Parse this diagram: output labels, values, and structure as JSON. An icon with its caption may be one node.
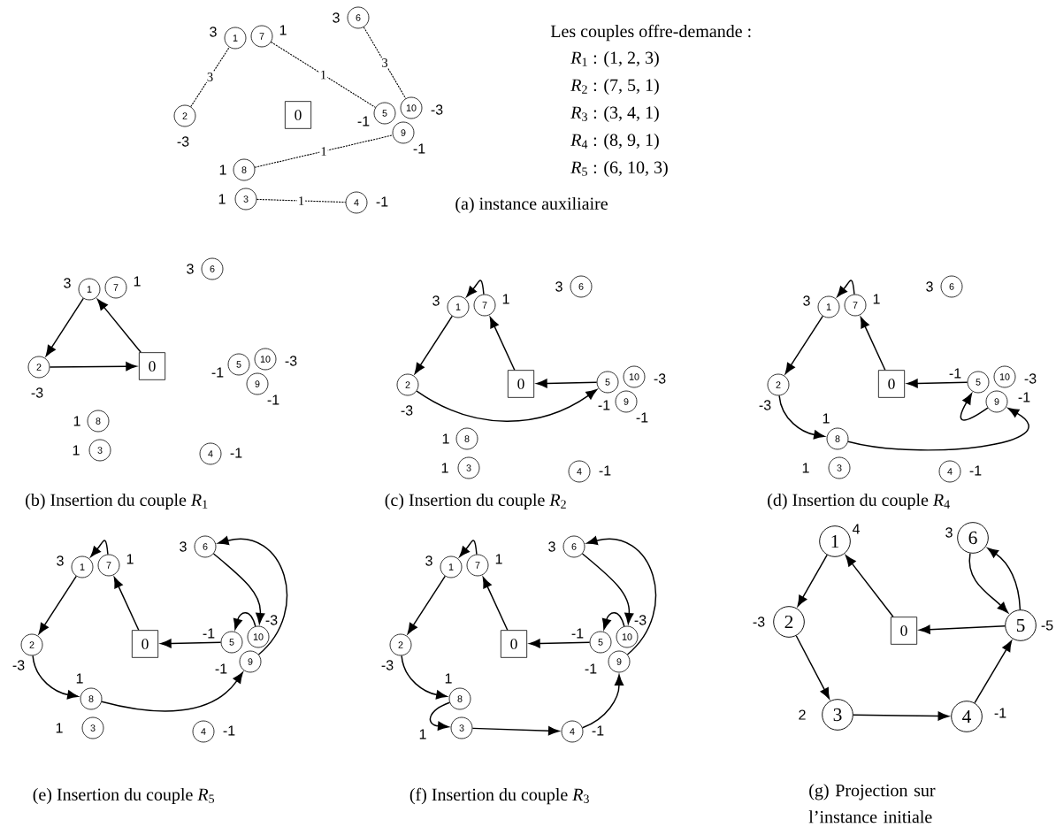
{
  "diagram": {
    "nodes": [
      {
        "text": [
          "0"
        ]
      },
      {
        "text": [
          "1"
        ],
        "beside": [
          "3"
        ]
      },
      {
        "text": [
          "2"
        ],
        "beside": [
          "-3"
        ]
      },
      {
        "text": [
          "3"
        ],
        "beside": [
          "1"
        ]
      },
      {
        "text": [
          "4"
        ],
        "beside": [
          "-1"
        ]
      },
      {
        "text": [
          "5"
        ],
        "beside": [
          "-1"
        ]
      },
      {
        "text": [
          "6"
        ],
        "beside": [
          "3"
        ]
      },
      {
        "text": [
          "7"
        ],
        "beside": [
          "1"
        ]
      },
      {
        "text": [
          "8"
        ],
        "beside": [
          "1"
        ]
      },
      {
        "text": [
          "9"
        ],
        "beside": [
          "-1"
        ]
      },
      {
        "text": [
          "10"
        ],
        "beside": [
          "-3"
        ]
      },
      {
        "text": [
          "0"
        ]
      },
      {
        "text": [
          "1"
        ],
        "beside": [
          "3"
        ]
      },
      {
        "text": [
          "2"
        ],
        "beside": [
          "-3"
        ]
      },
      {
        "text": [
          "3"
        ],
        "beside": [
          "1"
        ]
      },
      {
        "text": [
          "4"
        ],
        "beside": [
          "-1"
        ]
      },
      {
        "text": [
          "5"
        ],
        "beside": [
          "-1"
        ]
      },
      {
        "text": [
          "6"
        ],
        "beside": [
          "3"
        ]
      },
      {
        "text": [
          "7"
        ],
        "beside": [
          "1"
        ]
      },
      {
        "text": [
          "8"
        ],
        "beside": [
          "1"
        ]
      },
      {
        "text": [
          "9"
        ],
        "beside": [
          "-1"
        ]
      },
      {
        "text": [
          "10"
        ],
        "beside": [
          "-3"
        ]
      },
      {
        "text": [
          "0"
        ]
      },
      {
        "text": [
          "1"
        ],
        "beside": [
          "3"
        ]
      },
      {
        "text": [
          "2"
        ],
        "beside": [
          "-3"
        ]
      },
      {
        "text": [
          "3"
        ],
        "beside": [
          "1"
        ]
      },
      {
        "text": [
          "4"
        ],
        "beside": [
          "-1"
        ]
      },
      {
        "text": [
          "5"
        ],
        "beside": [
          "-1"
        ]
      },
      {
        "text": [
          "6"
        ],
        "beside": [
          "3"
        ]
      },
      {
        "text": [
          "7"
        ],
        "beside": [
          "1"
        ]
      },
      {
        "text": [
          "8"
        ],
        "beside": [
          "1"
        ]
      },
      {
        "text": [
          "9"
        ],
        "beside": [
          "-1"
        ]
      },
      {
        "text": [
          "10"
        ],
        "beside": [
          "-3"
        ]
      },
      {
        "text": [
          "0"
        ]
      },
      {
        "text": [
          "1"
        ],
        "beside": [
          "3"
        ]
      },
      {
        "text": [
          "2"
        ],
        "beside": [
          "-3"
        ]
      },
      {
        "text": [
          "3"
        ],
        "beside": [
          "1"
        ]
      },
      {
        "text": [
          "4"
        ],
        "beside": [
          "-1"
        ]
      },
      {
        "text": [
          "5"
        ],
        "beside": [
          "-1"
        ]
      },
      {
        "text": [
          "6"
        ],
        "beside": [
          "3"
        ]
      },
      {
        "text": [
          "7"
        ],
        "beside": [
          "1"
        ]
      },
      {
        "text": [
          "8"
        ],
        "beside": [
          "1"
        ]
      },
      {
        "text": [
          "9"
        ],
        "beside": [
          "-1"
        ]
      },
      {
        "text": [
          "10"
        ],
        "beside": [
          "-3"
        ]
      },
      {
        "text": [
          "0"
        ]
      },
      {
        "text": [
          "1"
        ],
        "beside": [
          "3"
        ]
      },
      {
        "text": [
          "2"
        ],
        "beside": [
          "-3"
        ]
      },
      {
        "text": [
          "3"
        ],
        "beside": [
          "1"
        ]
      },
      {
        "text": [
          "4"
        ],
        "beside": [
          "-1"
        ]
      },
      {
        "text": [
          "5"
        ],
        "beside": [
          "-1"
        ]
      },
      {
        "text": [
          "6"
        ],
        "beside": [
          "3"
        ]
      },
      {
        "text": [
          "7"
        ],
        "beside": [
          "1"
        ]
      },
      {
        "text": [
          "8"
        ],
        "beside": [
          "1"
        ]
      },
      {
        "text": [
          "9"
        ],
        "beside": [
          "-1"
        ]
      },
      {
        "text": [
          "10"
        ],
        "beside": [
          "-3"
        ]
      },
      {
        "text": [
          "0"
        ]
      },
      {
        "text": [
          "1"
        ],
        "beside": [
          "3"
        ]
      },
      {
        "text": [
          "2"
        ],
        "beside": [
          "-3"
        ]
      },
      {
        "text": [
          "3"
        ],
        "beside": [
          "1"
        ]
      },
      {
        "text": [
          "4"
        ],
        "beside": [
          "-1"
        ]
      },
      {
        "text": [
          "5"
        ],
        "beside": [
          "-1"
        ]
      },
      {
        "text": [
          "6"
        ],
        "beside": [
          "3"
        ]
      },
      {
        "text": [
          "7"
        ],
        "beside": [
          "1"
        ]
      },
      {
        "text": [
          "8"
        ],
        "beside": [
          "1"
        ]
      },
      {
        "text": [
          "9"
        ],
        "beside": [
          "-1"
        ]
      },
      {
        "text": [
          "10"
        ],
        "beside": [
          "-3"
        ]
      },
      {
        "text": [
          "0"
        ]
      },
      {
        "text": [
          "1"
        ],
        "beside": [
          "4"
        ]
      },
      {
        "text": [
          "2"
        ],
        "beside": [
          "-3"
        ]
      },
      {
        "text": [
          "3"
        ],
        "beside": [
          "2"
        ]
      },
      {
        "text": [
          "4"
        ],
        "beside": [
          "-1"
        ]
      },
      {
        "text": [
          "5"
        ],
        "beside": [
          "-5"
        ]
      },
      {
        "text": [
          "6"
        ],
        "beside": [
          "3"
        ]
      }
    ],
    "edges": [
      {
        "from": 2,
        "to": 1,
        "arrow": "none",
        "style": "dashed",
        "label": "3"
      },
      {
        "from": 7,
        "to": 5,
        "arrow": "none",
        "style": "dashed",
        "label": "1"
      },
      {
        "from": 6,
        "to": 10,
        "arrow": "none",
        "style": "dashed",
        "label": "3"
      },
      {
        "from": 8,
        "to": 9,
        "arrow": "none",
        "style": "dashed",
        "label": "1"
      },
      {
        "from": 3,
        "to": 4,
        "arrow": "none",
        "style": "dashed",
        "label": "1"
      },
      {
        "from": 11,
        "to": 12,
        "arrow": "to"
      },
      {
        "from": 12,
        "to": 13,
        "arrow": "to"
      },
      {
        "from": 13,
        "to": 11,
        "arrow": "to"
      },
      {
        "from": 22,
        "to": 29,
        "arrow": "to"
      },
      {
        "from": 29,
        "to": 23,
        "arrow": "to"
      },
      {
        "from": 23,
        "to": 24,
        "arrow": "to"
      },
      {
        "from": 24,
        "to": 27,
        "arrow": "to"
      },
      {
        "from": 27,
        "to": 22,
        "arrow": "to"
      },
      {
        "from": 33,
        "to": 40,
        "arrow": "to"
      },
      {
        "from": 40,
        "to": 34,
        "arrow": "to"
      },
      {
        "from": 34,
        "to": 35,
        "arrow": "to"
      },
      {
        "from": 35,
        "to": 41,
        "arrow": "to"
      },
      {
        "from": 41,
        "to": 42,
        "arrow": "to"
      },
      {
        "from": 42,
        "to": 38,
        "arrow": "to"
      },
      {
        "from": 38,
        "to": 33,
        "arrow": "to"
      },
      {
        "from": 44,
        "to": 51,
        "arrow": "to"
      },
      {
        "from": 51,
        "to": 45,
        "arrow": "to"
      },
      {
        "from": 45,
        "to": 46,
        "arrow": "to"
      },
      {
        "from": 46,
        "to": 52,
        "arrow": "to"
      },
      {
        "from": 52,
        "to": 53,
        "arrow": "to"
      },
      {
        "from": 53,
        "to": 50,
        "arrow": "to"
      },
      {
        "from": 50,
        "to": 54,
        "arrow": "to"
      },
      {
        "from": 54,
        "to": 49,
        "arrow": "to"
      },
      {
        "from": 49,
        "to": 44,
        "arrow": "to"
      },
      {
        "from": 55,
        "to": 62,
        "arrow": "to"
      },
      {
        "from": 62,
        "to": 56,
        "arrow": "to"
      },
      {
        "from": 56,
        "to": 57,
        "arrow": "to"
      },
      {
        "from": 57,
        "to": 63,
        "arrow": "to"
      },
      {
        "from": 63,
        "to": 58,
        "arrow": "to"
      },
      {
        "from": 58,
        "to": 59,
        "arrow": "to"
      },
      {
        "from": 59,
        "to": 64,
        "arrow": "to"
      },
      {
        "from": 64,
        "to": 61,
        "arrow": "to"
      },
      {
        "from": 61,
        "to": 65,
        "arrow": "to"
      },
      {
        "from": 65,
        "to": 60,
        "arrow": "to"
      },
      {
        "from": 60,
        "to": 55,
        "arrow": "to"
      },
      {
        "from": 66,
        "to": 67,
        "arrow": "to"
      },
      {
        "from": 67,
        "to": 68,
        "arrow": "to"
      },
      {
        "from": 68,
        "to": 69,
        "arrow": "to"
      },
      {
        "from": 69,
        "to": 70,
        "arrow": "to"
      },
      {
        "from": 70,
        "to": 71,
        "arrow": "to"
      },
      {
        "from": 72,
        "to": 71,
        "arrow": "to"
      },
      {
        "from": 71,
        "to": 72,
        "arrow": "to"
      },
      {
        "from": 71,
        "to": 66,
        "arrow": "to"
      }
    ],
    "labels": [
      "Les couples offre-demande :",
      "*R*$_{1}$ : (1, 2, 3)",
      "*R*$_{2}$ : (7, 5, 1)",
      "*R*$_{3}$ : (3, 4, 1)",
      "*R*$_{4}$ : (8, 9, 1)",
      "*R*$_{5}$ : (6, 10, 3)",
      "(a) instance auxiliaire",
      "(b) Insertion du couple *R*$_{1}$",
      "(c) Insertion du couple *R*$_{2}$",
      "(d) Insertion du couple *R*$_{4}$",
      "(e) Insertion du couple *R*$_{5}$",
      "(f) Insertion du couple *R*$_{3}$",
      "(g) Projection sur l’instance initiale"
    ]
  }
}
